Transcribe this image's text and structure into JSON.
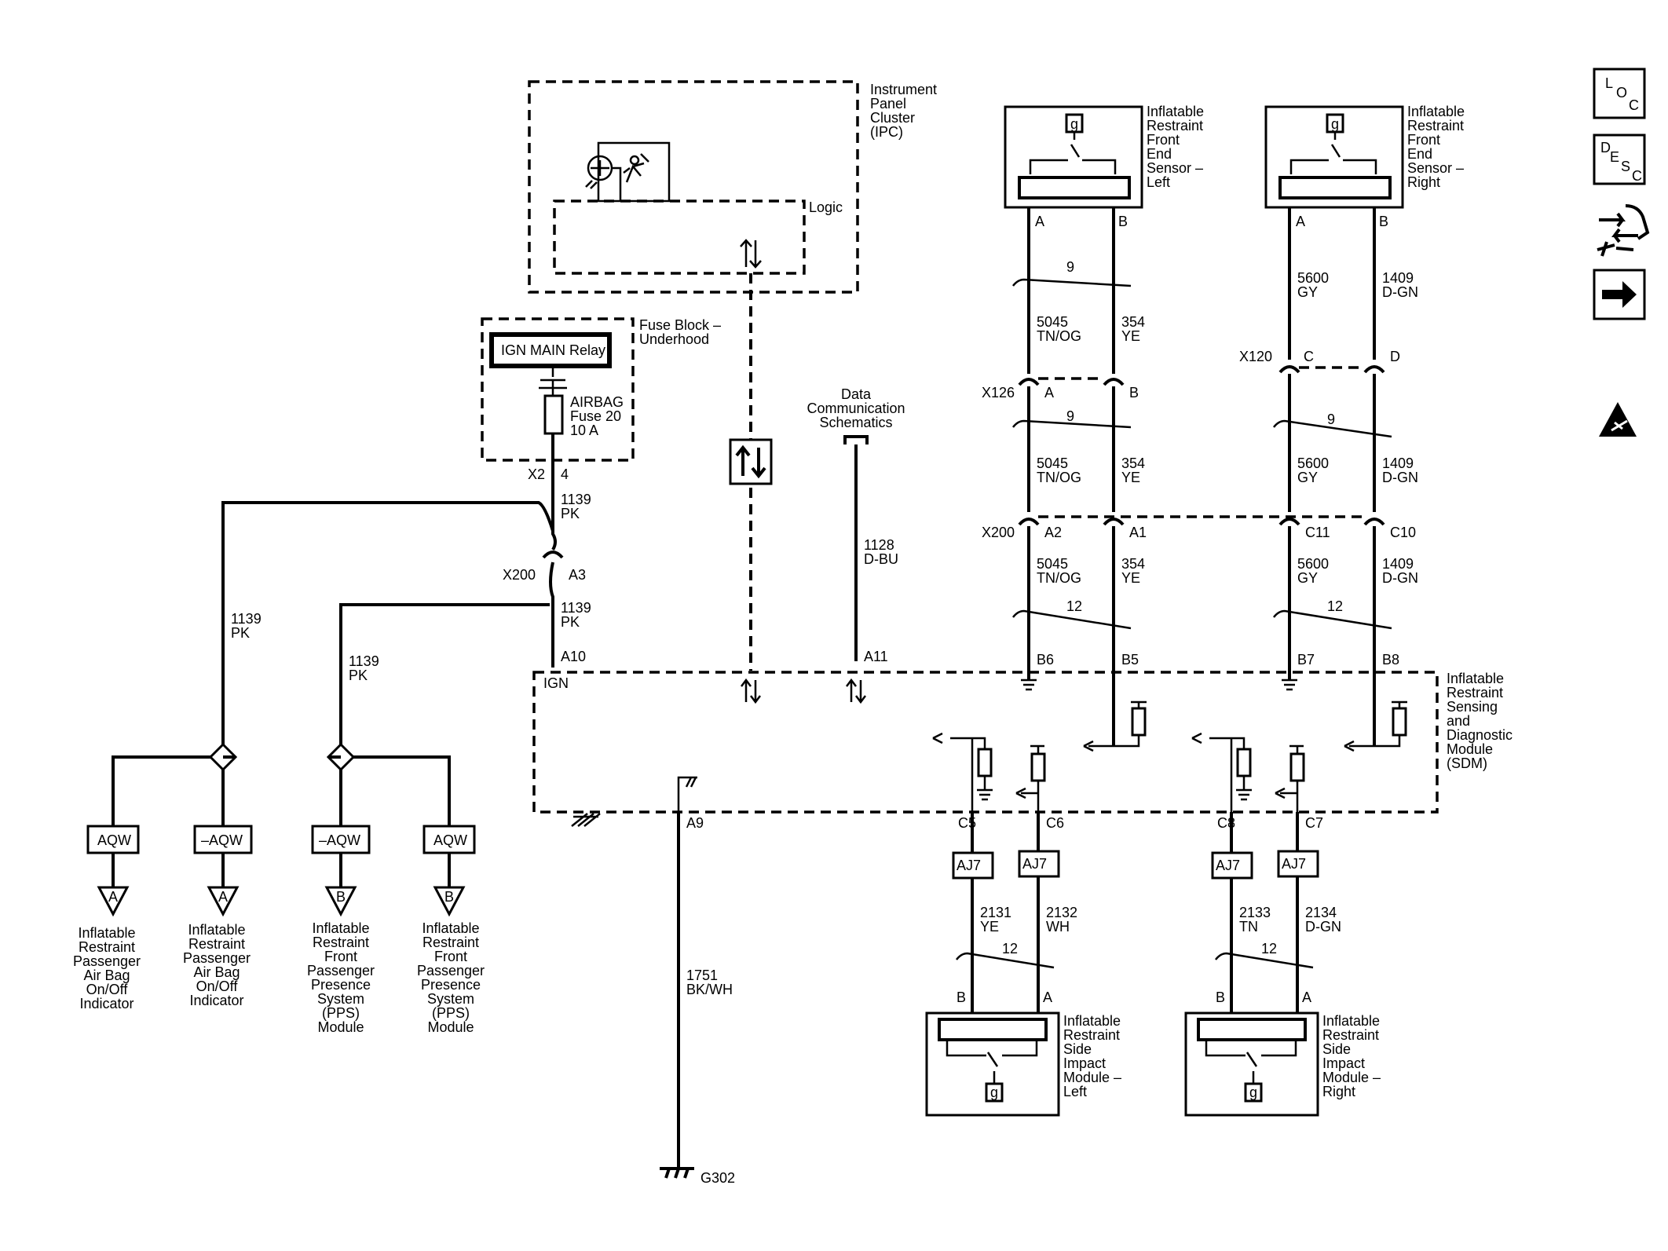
{
  "side_icons": [
    "loc-icon",
    "desc-icon",
    "connector-tool-icon",
    "next-arrow-icon",
    "esd-warning-icon"
  ],
  "side_text": {
    "loc_l": "L",
    "loc_o": "O",
    "loc_c": "C",
    "desc_d": "D",
    "desc_e": "E",
    "desc_s": "S",
    "desc_c": "C"
  },
  "ipc": {
    "title": [
      "Instrument",
      "Panel",
      "Cluster",
      "(IPC)"
    ],
    "logic": "Logic"
  },
  "fuse_block": {
    "title": [
      "Fuse Block –",
      "Underhood"
    ],
    "relay": "IGN MAIN Relay",
    "fuse": [
      "AIRBAG",
      "Fuse 20",
      "10 A"
    ],
    "conn": "X2",
    "pin": "4"
  },
  "data_comm": [
    "Data",
    "Communication",
    "Schematics"
  ],
  "wires": {
    "w1139": [
      "1139",
      "PK"
    ],
    "w1128": [
      "1128",
      "D-BU"
    ],
    "w5045": [
      "5045",
      "TN/OG"
    ],
    "w354": [
      "354",
      "YE"
    ],
    "w5600": [
      "5600",
      "GY"
    ],
    "w1409": [
      "1409",
      "D-GN"
    ],
    "w1751": [
      "1751",
      "BK/WH"
    ],
    "w2131": [
      "2131",
      "YE"
    ],
    "w2132": [
      "2132",
      "WH"
    ],
    "w2133": [
      "2133",
      "TN"
    ],
    "w2134": [
      "2134",
      "D-GN"
    ]
  },
  "twist": {
    "t9": "9",
    "t12": "12"
  },
  "connectors": {
    "x200": "X200",
    "x126": "X126",
    "x120": "X120",
    "a3": "A3",
    "a10": "A10",
    "ign": "IGN",
    "a11": "A11",
    "a9": "A9",
    "g302": "G302",
    "a": "A",
    "b": "B",
    "c": "C",
    "d": "D",
    "a2": "A2",
    "a1": "A1",
    "c11": "C11",
    "c10": "C10",
    "b6": "B6",
    "b5": "B5",
    "b7": "B7",
    "b8": "B8",
    "c5": "C5",
    "c6": "C6",
    "c8": "C8",
    "c7": "C7"
  },
  "sensor_left": [
    "Inflatable",
    "Restraint",
    "Front",
    "End",
    "Sensor –",
    "Left"
  ],
  "sensor_right": [
    "Inflatable",
    "Restraint",
    "Front",
    "End",
    "Sensor –",
    "Right"
  ],
  "sdm": [
    "Inflatable",
    "Restraint",
    "Sensing",
    "and",
    "Diagnostic",
    "Module",
    "(SDM)"
  ],
  "options": {
    "aqw": "AQW",
    "naqw": "–AQW",
    "aj7": "AJ7",
    "a": "A",
    "b": "B"
  },
  "dest_a1": [
    "Inflatable",
    "Restraint",
    "Passenger",
    "Air Bag",
    "On/Off",
    "Indicator"
  ],
  "dest_a2": [
    "Inflatable",
    "Restraint",
    "Passenger",
    "Air Bag",
    "On/Off",
    "Indicator"
  ],
  "dest_b1": [
    "Inflatable",
    "Restraint",
    "Front",
    "Passenger",
    "Presence",
    "System",
    "(PPS)",
    "Module"
  ],
  "dest_b2": [
    "Inflatable",
    "Restraint",
    "Front",
    "Passenger",
    "Presence",
    "System",
    "(PPS)",
    "Module"
  ],
  "side_left": [
    "Inflatable",
    "Restraint",
    "Side",
    "Impact",
    "Module –",
    "Left"
  ],
  "side_right": [
    "Inflatable",
    "Restraint",
    "Side",
    "Impact",
    "Module –",
    "Right"
  ],
  "squib": "g"
}
